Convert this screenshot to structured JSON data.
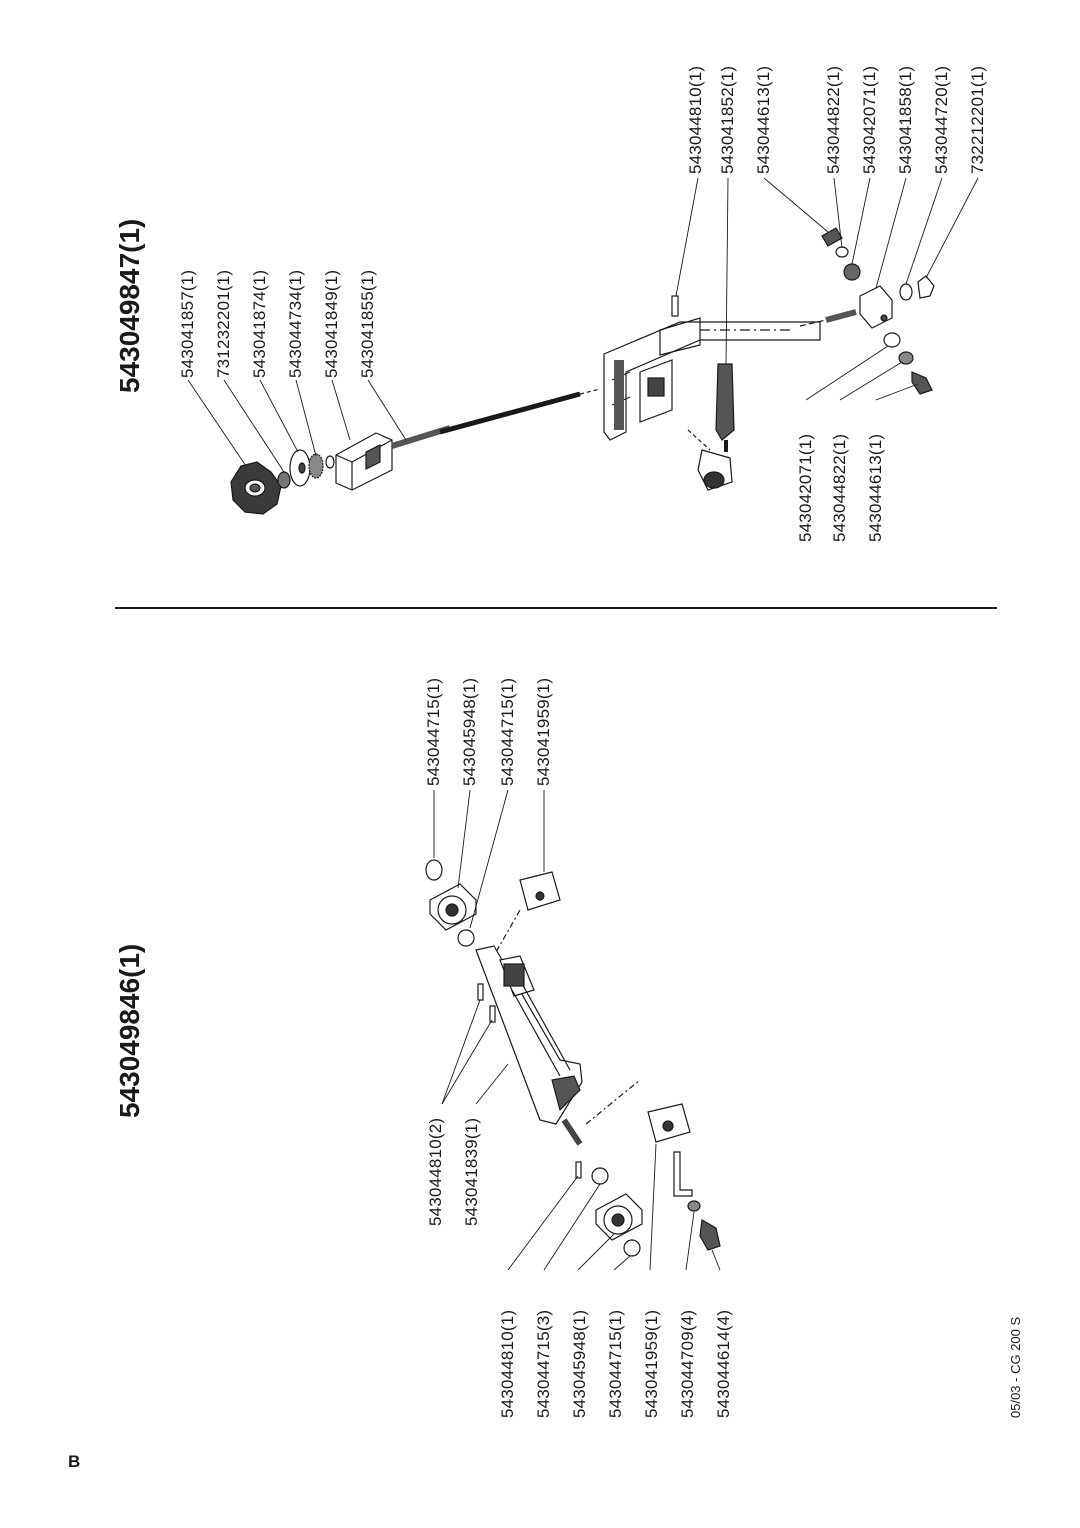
{
  "page_letter": "B",
  "footer": "05/03 - CG 200 S",
  "assembly_top": {
    "title": "543049847(1)",
    "parts_upper_left": [
      "543041857(1)",
      "731232201(1)",
      "543041874(1)",
      "543044734(1)",
      "543041849(1)",
      "543041855(1)"
    ],
    "parts_upper_right": [
      "543044810(1)",
      "543041852(1)",
      "543044613(1)",
      "543044822(1)",
      "543042071(1)",
      "543041858(1)",
      "543044720(1)",
      "732212201(1)"
    ],
    "parts_lower": [
      "543042071(1)",
      "543044822(1)",
      "543044613(1)"
    ]
  },
  "assembly_bottom": {
    "title": "543049846(1)",
    "parts_right": [
      "543044715(1)",
      "543045948(1)",
      "543044715(1)",
      "543041959(1)"
    ],
    "parts_middle": [
      "543044810(2)",
      "543041839(1)"
    ],
    "parts_left": [
      "543044810(1)",
      "543044715(3)",
      "543045948(1)",
      "543044715(1)",
      "543041959(1)",
      "543044709(4)",
      "543044614(4)"
    ]
  }
}
